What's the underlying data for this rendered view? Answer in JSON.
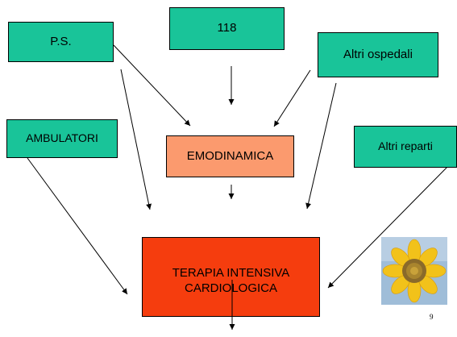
{
  "nodes": {
    "ps": "P.S.",
    "n118": "118",
    "altri_ospedali": "Altri ospedali",
    "ambulatori": "AMBULATORI",
    "emodinamica": "EMODINAMICA",
    "altri_reparti": "Altri reparti",
    "terapia": [
      "TERAPIA INTENSIVA",
      "CARDIOLOGICA"
    ]
  },
  "edges": [
    {
      "from": "P.S.",
      "to": "EMODINAMICA"
    },
    {
      "from": "P.S.",
      "to": "TERAPIA INTENSIVA CARDIOLOGICA"
    },
    {
      "from": "118",
      "to": "EMODINAMICA"
    },
    {
      "from": "Altri ospedali",
      "to": "EMODINAMICA"
    },
    {
      "from": "Altri ospedali",
      "to": "TERAPIA INTENSIVA CARDIOLOGICA"
    },
    {
      "from": "AMBULATORI",
      "to": "TERAPIA INTENSIVA CARDIOLOGICA"
    },
    {
      "from": "EMODINAMICA",
      "to": "TERAPIA INTENSIVA CARDIOLOGICA"
    },
    {
      "from": "Altri reparti",
      "to": "TERAPIA INTENSIVA CARDIOLOGICA"
    },
    {
      "from": "TERAPIA INTENSIVA CARDIOLOGICA",
      "to": ""
    }
  ],
  "colors": {
    "source_box": "#19c499",
    "emodinamica_box": "#fb9a6e",
    "terapia_box": "#f53d0e"
  },
  "page_number": "9"
}
